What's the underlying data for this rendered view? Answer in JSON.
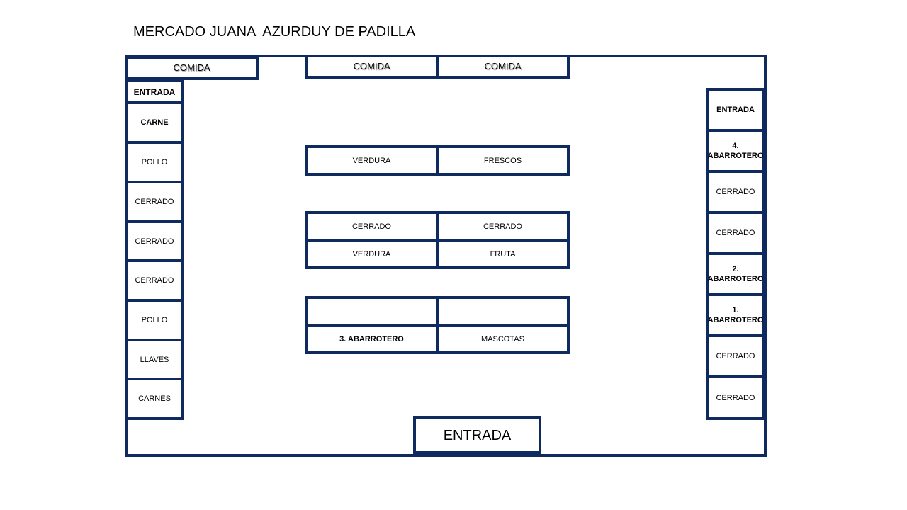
{
  "title": "MERCADO JUANA  AZURDUY DE PADILLA",
  "colors": {
    "border": "#0e2a5e",
    "background": "#ffffff"
  },
  "top_row": [
    "COMIDA",
    "COMIDA",
    "COMIDA"
  ],
  "left_column": [
    "ENTRADA",
    "CARNE",
    "POLLO",
    "CERRADO",
    "CERRADO",
    "CERRADO",
    "POLLO",
    "LLAVES",
    "CARNES"
  ],
  "right_column": [
    "ENTRADA",
    "4. ABARROTERO",
    "CERRADO",
    "CERRADO",
    "2. ABARROTERO",
    "1. ABARROTERO",
    "CERRADO",
    "CERRADO"
  ],
  "center_blocks": {
    "block1": [
      "VERDURA",
      "FRESCOS"
    ],
    "block2": [
      "CERRADO",
      "CERRADO",
      "VERDURA",
      "FRUTA"
    ],
    "block3": [
      "",
      "",
      "3. ABARROTERO",
      "MASCOTAS"
    ]
  },
  "bottom_entrance": "ENTRADA"
}
